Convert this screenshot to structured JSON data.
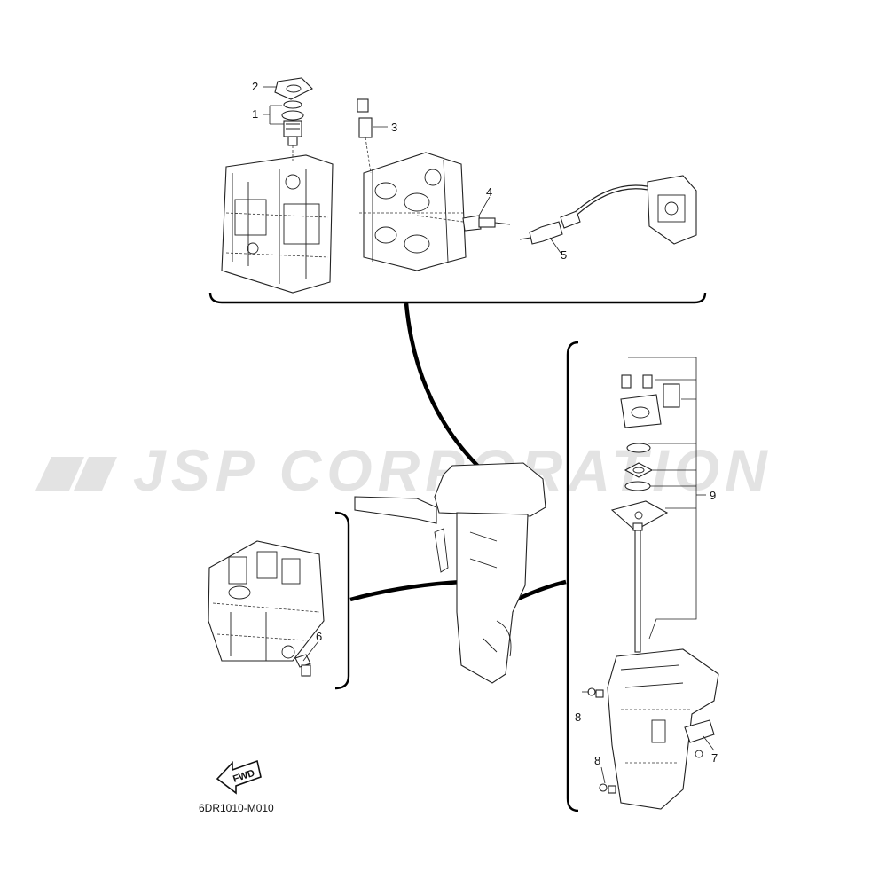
{
  "watermark": "JSP CORPORATION",
  "figure_code": "6DR1010-M010",
  "fwd_label": "FWD",
  "callouts": [
    {
      "id": "1",
      "label": "1"
    },
    {
      "id": "2",
      "label": "2"
    },
    {
      "id": "3",
      "label": "3"
    },
    {
      "id": "4",
      "label": "4"
    },
    {
      "id": "5",
      "label": "5"
    },
    {
      "id": "6",
      "label": "6"
    },
    {
      "id": "7",
      "label": "7"
    },
    {
      "id": "8a",
      "label": "8"
    },
    {
      "id": "8b",
      "label": "8"
    },
    {
      "id": "9",
      "label": "9"
    }
  ]
}
